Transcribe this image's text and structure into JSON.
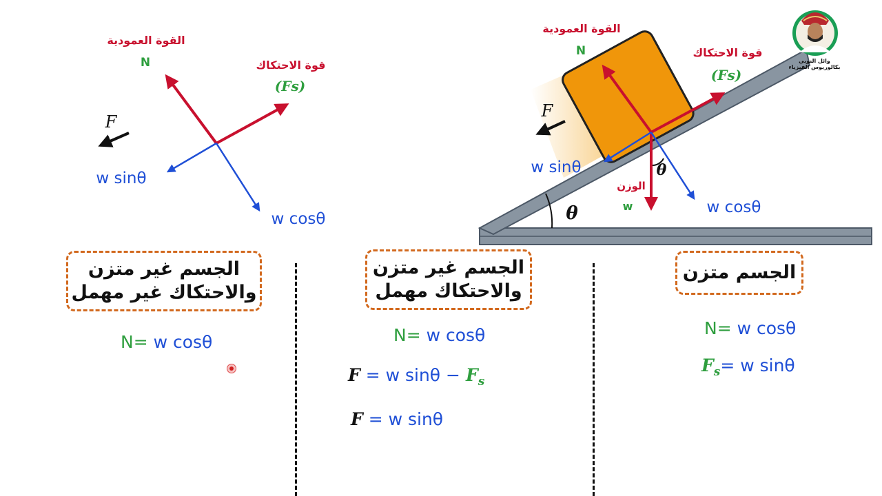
{
  "presenter": {
    "name_line1": "وائل النوبي",
    "name_line2": "بكالوريوس الفيزياء"
  },
  "left_diagram": {
    "normal_label_ar": "القوة العمودية",
    "normal_symbol": "N",
    "friction_label_ar": "قوة الاحتكاك",
    "friction_symbol": "(Fs)",
    "force_symbol": "F",
    "w_sin": "w sinθ",
    "w_cos": "w cosθ"
  },
  "right_diagram": {
    "normal_label_ar": "القوة العمودية",
    "normal_symbol": "N",
    "friction_label_ar": "قوة الاحتكاك",
    "friction_symbol": "(Fs)",
    "force_symbol": "F",
    "w_sin": "w sinθ",
    "w_cos": "w cosθ",
    "weight_label_ar": "الوزن",
    "weight_symbol": "w",
    "angle_symbol": "θ",
    "angle_symbol_base": "θ"
  },
  "cases": [
    {
      "title_line1": "الجسم متزن",
      "title_line2": "",
      "equations": [
        "N= w cosθ",
        "Fs= w sinθ"
      ]
    },
    {
      "title_line1": "الجسم غير متزن",
      "title_line2": "والاحتكاك مهمل",
      "equations": [
        "N= w cosθ",
        "F = w sinθ − Fs",
        "F = w sinθ"
      ]
    },
    {
      "title_line1": "الجسم غير متزن",
      "title_line2": "والاحتكاك غير مهمل",
      "equations": [
        "N= w cosθ"
      ]
    }
  ],
  "eq_parts": {
    "n_lhs": "N",
    "eq_sign": "=",
    "w_cos": " w cosθ",
    "w_sin": " w sinθ",
    "minus": "  − ",
    "F": "F",
    "F_eq": " = ",
    "Fs_F": "F",
    "Fs_sub": "s"
  },
  "colors": {
    "red": "#c8102e",
    "green": "#2e9e3e",
    "blue": "#1f4fd6",
    "block": "#f0960a",
    "incline": "#7f8c99",
    "dashed_box": "#d2691e"
  }
}
